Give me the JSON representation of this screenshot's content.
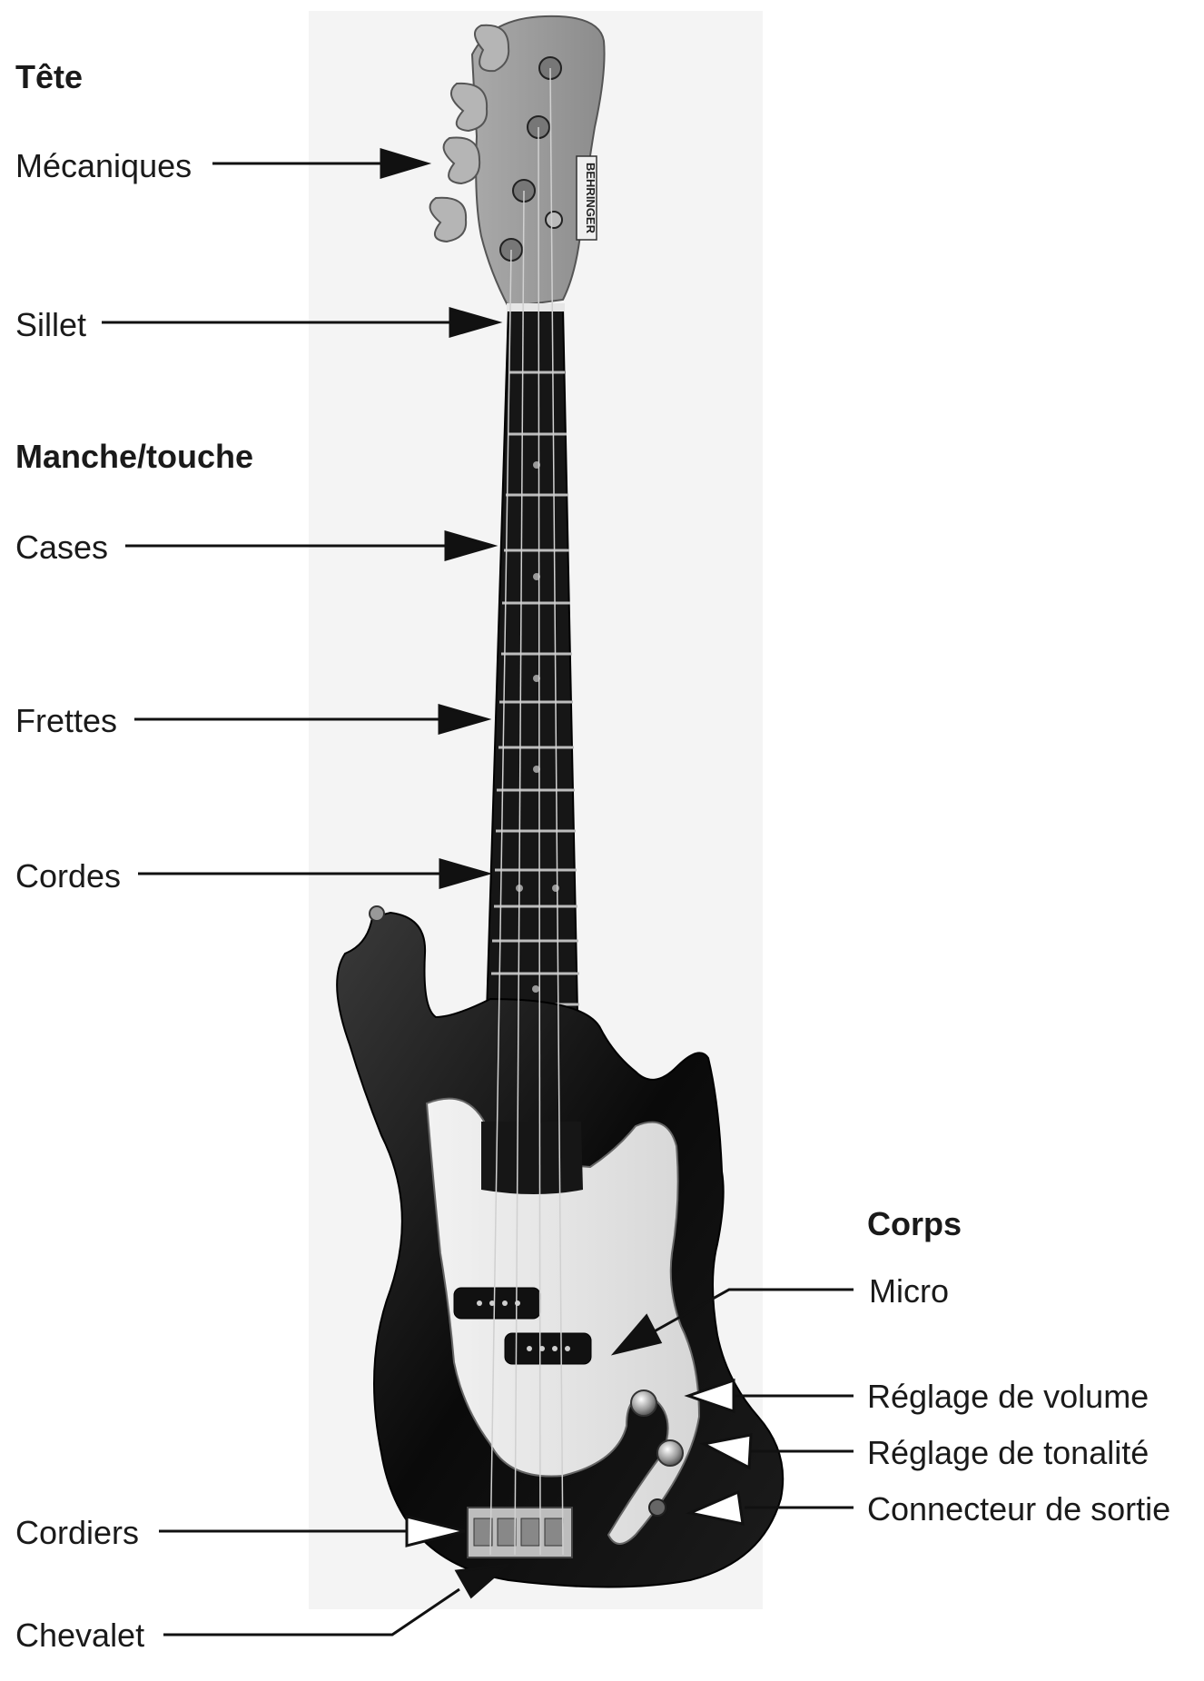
{
  "sections": {
    "head": "Tête",
    "neck": "Manche/touche",
    "body": "Corps"
  },
  "labels": {
    "tuners": "Mécaniques",
    "nut": "Sillet",
    "fret_spaces": "Cases",
    "frets": "Frettes",
    "strings": "Cordes",
    "pickup": "Micro",
    "volume": "Réglage de volume",
    "tone": "Réglage de tonalité",
    "output_jack": "Connecteur de sortie",
    "string_saddles": "Cordiers",
    "bridge": "Chevalet"
  },
  "brand_logo": "BEHRINGER"
}
